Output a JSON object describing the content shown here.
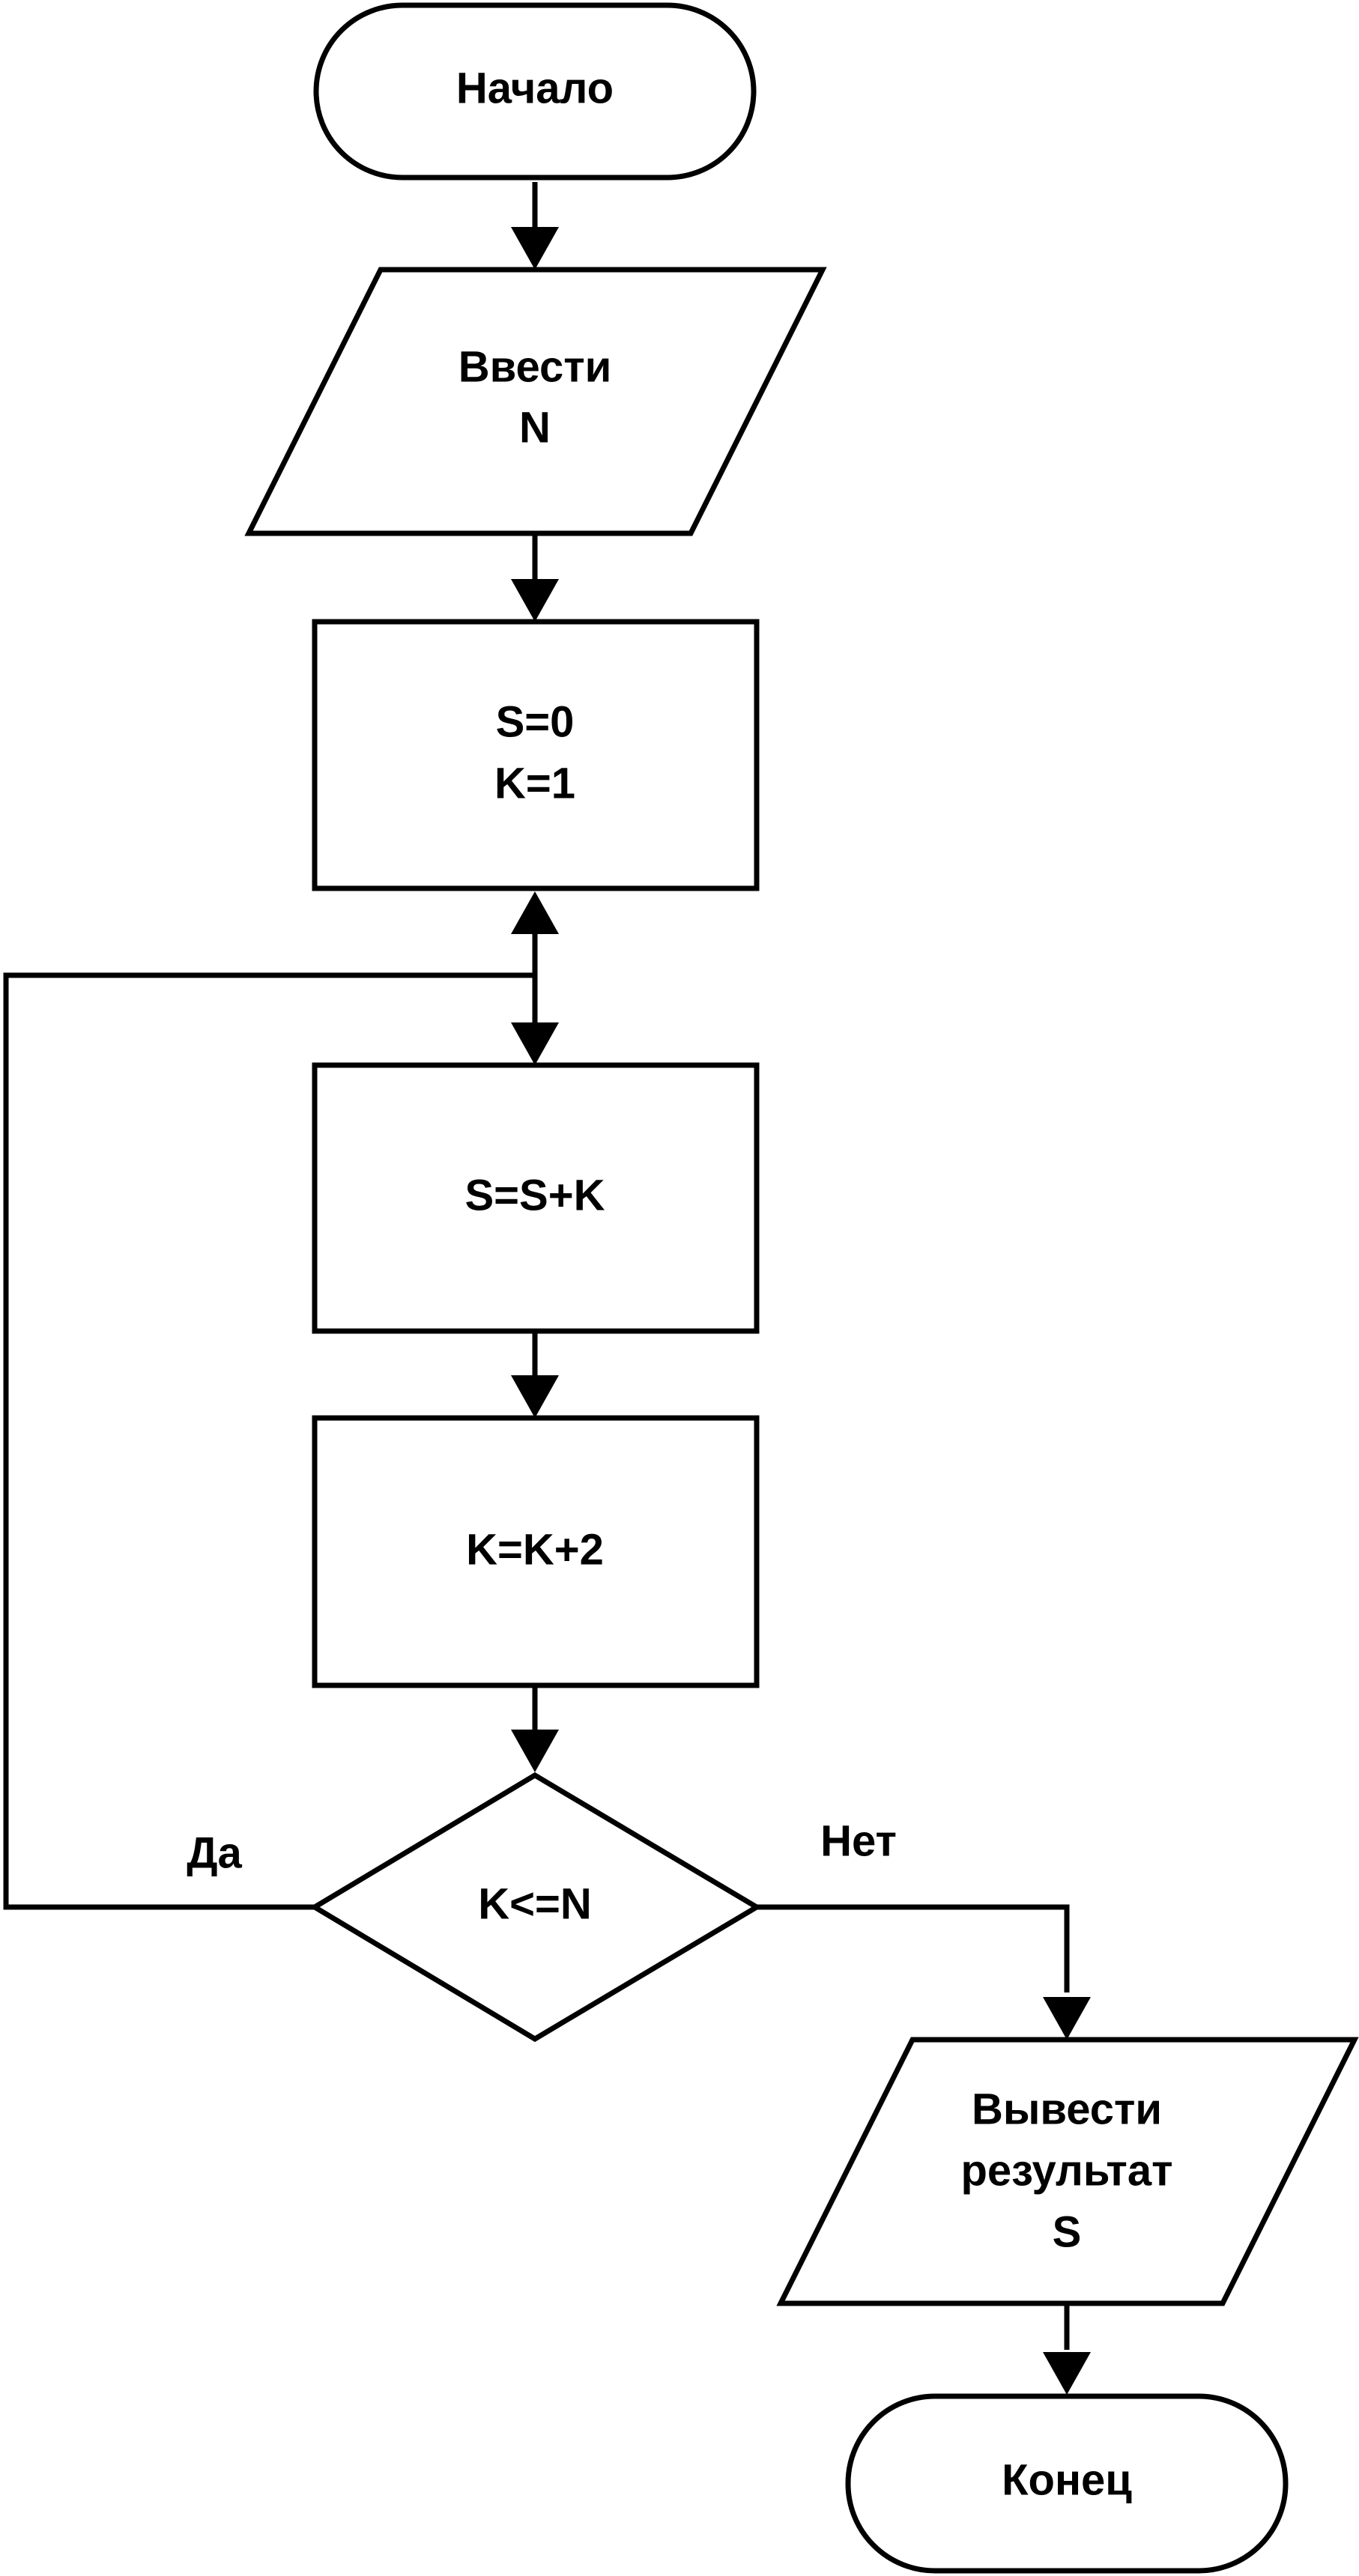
{
  "nodes": {
    "start": {
      "lines": [
        "Начало"
      ]
    },
    "input": {
      "lines": [
        "Ввести",
        "N"
      ]
    },
    "init": {
      "lines": [
        "S=0",
        "K=1"
      ]
    },
    "sum": {
      "lines": [
        "S=S+K"
      ]
    },
    "increment": {
      "lines": [
        "K=K+2"
      ]
    },
    "condition": {
      "lines": [
        "K<=N"
      ]
    },
    "output": {
      "lines": [
        "Вывести",
        "результат",
        "S"
      ]
    },
    "end": {
      "lines": [
        "Конец"
      ]
    }
  },
  "branches": {
    "yes": "Да",
    "no": "Нет"
  }
}
